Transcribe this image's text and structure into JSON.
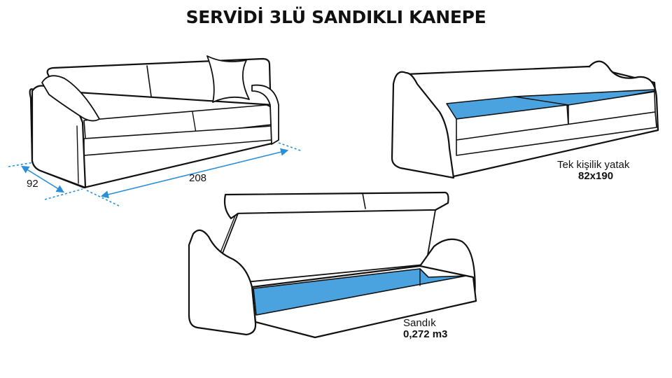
{
  "title": "SERVİDİ 3LÜ SANDIKLI KANEPE",
  "colors": {
    "accent_blue": "#4aa3df",
    "line": "#111111",
    "dim_line": "#2a8fd6"
  },
  "views": [
    {
      "name": "closed-sofa",
      "dimensions": {
        "depth": "92",
        "width": "208"
      }
    },
    {
      "name": "bed-mode",
      "caption": "Tek kişilik yatak",
      "value": "82x190"
    },
    {
      "name": "storage-open",
      "caption": "Sandık",
      "value": "0,272 m3"
    }
  ]
}
